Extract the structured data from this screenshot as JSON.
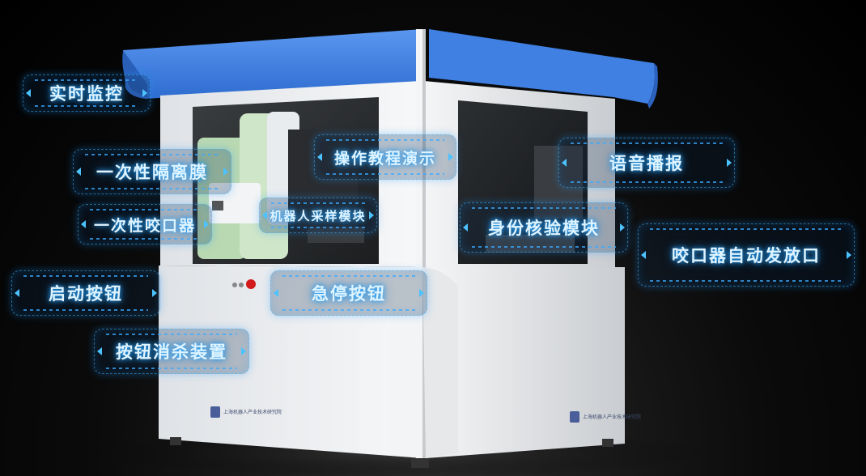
{
  "callouts": {
    "realtime_monitor": "实时监控",
    "disposable_membrane": "一次性隔离膜",
    "disposable_mouthpiece": "一次性咬口器",
    "start_button": "启动按钮",
    "button_disinfection": "按钮消杀装置",
    "operation_tutorial": "操作教程演示",
    "robot_sampling_module": "机器人采样模块",
    "emergency_stop_button": "急停按钮",
    "voice_broadcast": "语音播报",
    "identity_verification_module": "身份核验模块",
    "mouthpiece_dispenser": "咬口器自动发放口"
  },
  "branding": {
    "left_panel_logo_text": "上海机器人产业技术研究院",
    "right_panel_logo_text": "上海机器人产业技术研究院"
  },
  "colors": {
    "roof_blue": "#3d7fe0",
    "cabinet_white": "#eef0f2",
    "glow_cyan": "#2aa8ff",
    "background": "#000000",
    "emergency_red": "#d21a1a"
  }
}
